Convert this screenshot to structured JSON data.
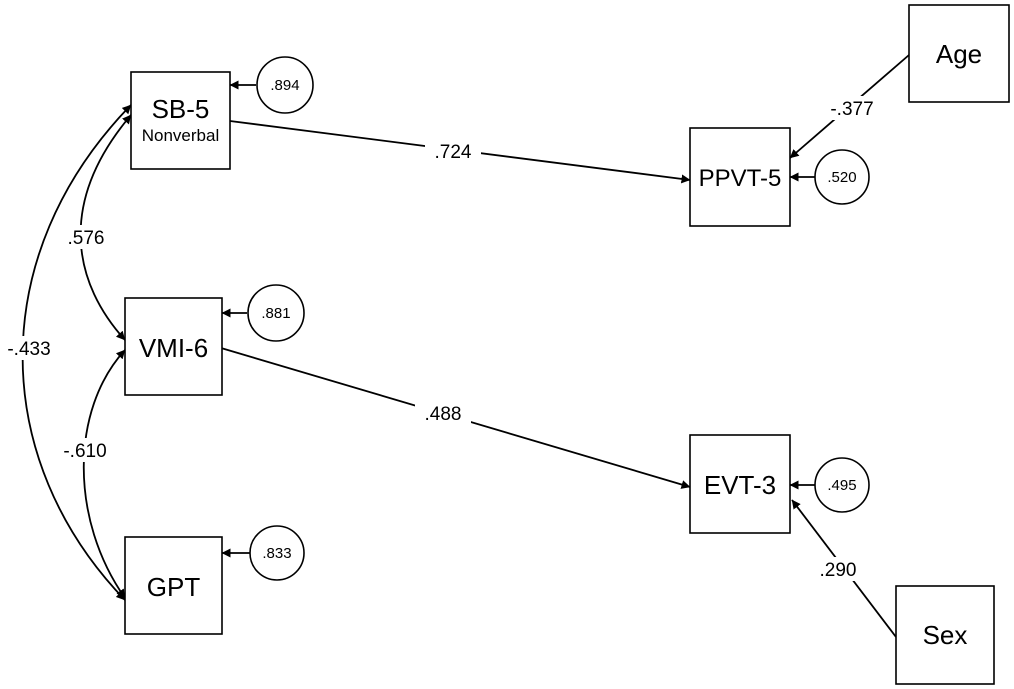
{
  "nodes": {
    "sb5": {
      "label": "SB-5",
      "sublabel": "Nonverbal"
    },
    "vmi6": {
      "label": "VMI-6"
    },
    "gpt": {
      "label": "GPT"
    },
    "ppvt5": {
      "label": "PPVT-5"
    },
    "evt3": {
      "label": "EVT-3"
    },
    "age": {
      "label": "Age"
    },
    "sex": {
      "label": "Sex"
    }
  },
  "errors": {
    "sb5": ".894",
    "vmi6": ".881",
    "gpt": ".833",
    "ppvt5": ".520",
    "evt3": ".495"
  },
  "paths": {
    "sb5_to_ppvt5": ".724",
    "vmi6_to_evt3": ".488",
    "age_to_ppvt5": "-.377",
    "sex_to_evt3": ".290"
  },
  "correlations": {
    "sb5_vmi6": ".576",
    "vmi6_gpt": "-.610",
    "sb5_gpt": "-.433"
  },
  "colors": {
    "line": "#000000",
    "background": "#ffffff"
  }
}
